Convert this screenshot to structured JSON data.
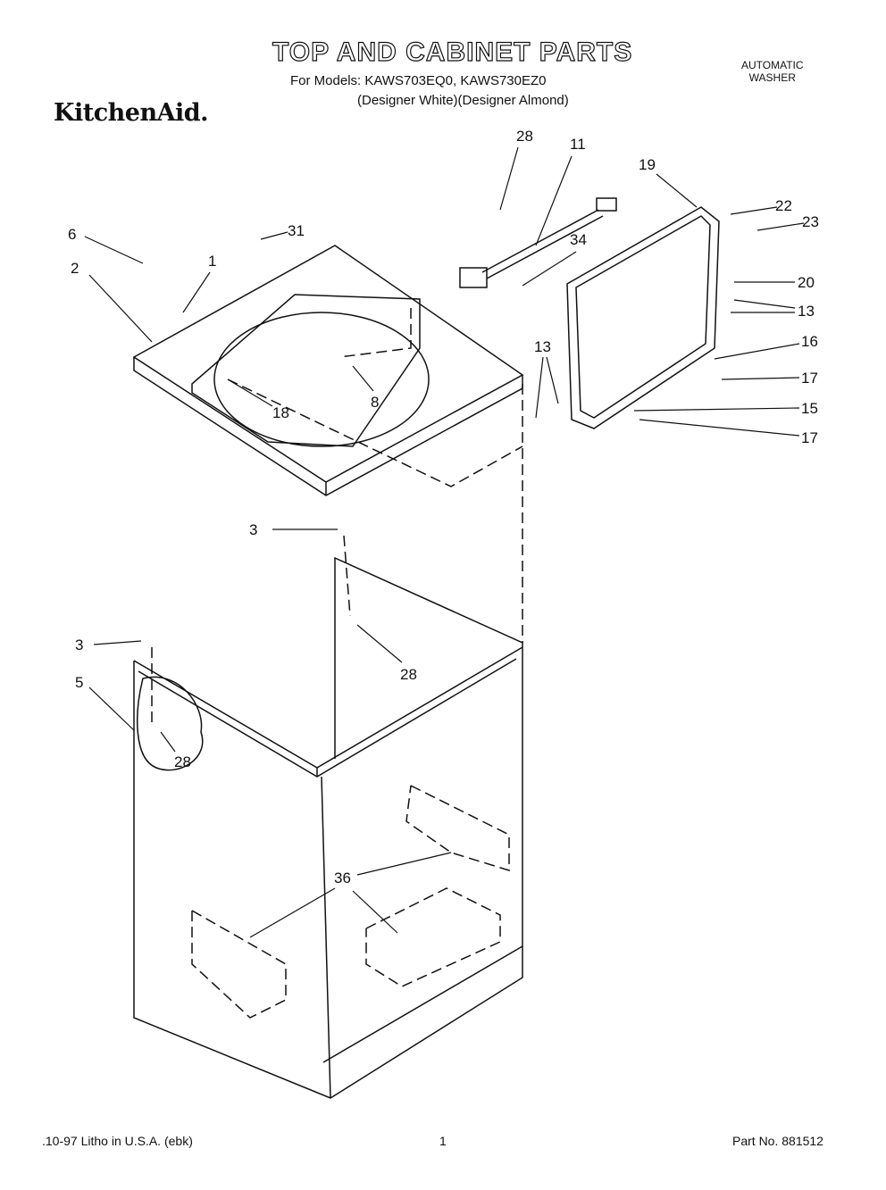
{
  "header": {
    "title": "TOP AND CABINET PARTS",
    "models": "For Models: KAWS703EQ0, KAWS730EZ0",
    "colors": "(Designer White)(Designer Almond)",
    "product_line1": "AUTOMATIC",
    "product_line2": "WASHER",
    "brand": "KitchenAid."
  },
  "callouts": [
    "28",
    "11",
    "19",
    "22",
    "23",
    "20",
    "13",
    "16",
    "17",
    "15",
    "17",
    "13",
    "34",
    "31",
    "6",
    "1",
    "2",
    "8",
    "18",
    "3",
    "28",
    "3",
    "5",
    "28",
    "36"
  ],
  "footer": {
    "left": ".10-97 Litho in U.S.A. (ebk)",
    "page": "1",
    "part_no": "Part No. 881512"
  }
}
